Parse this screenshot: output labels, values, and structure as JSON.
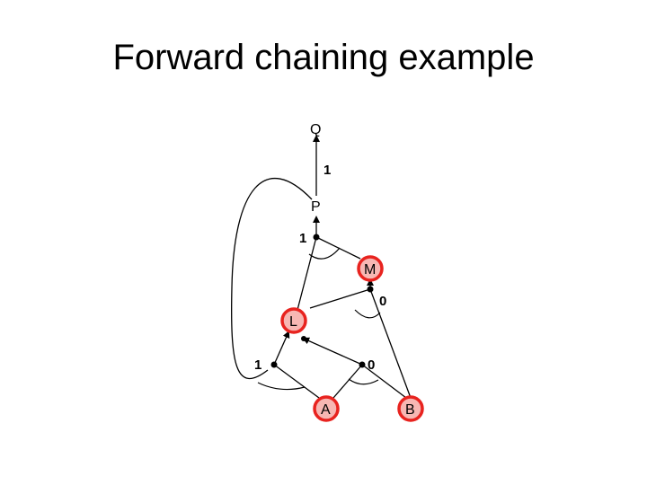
{
  "slide": {
    "title": "Forward chaining example"
  },
  "diagram": {
    "colors": {
      "highlight": "#e8231f",
      "highlight_fill": "#f7b7b3",
      "line": "#000000"
    },
    "nodes": {
      "Q": {
        "label": "Q",
        "inferred": false
      },
      "P": {
        "label": "P",
        "inferred": false
      },
      "M": {
        "label": "M",
        "inferred": true
      },
      "L": {
        "label": "L",
        "inferred": true
      },
      "A": {
        "label": "A",
        "inferred": true
      },
      "B": {
        "label": "B",
        "inferred": true
      }
    },
    "counters": {
      "p_to_q": "1",
      "lm_to_p": "1",
      "bl_to_m": "0",
      "ap_to_l": "1",
      "ab_to_l": "0"
    }
  }
}
